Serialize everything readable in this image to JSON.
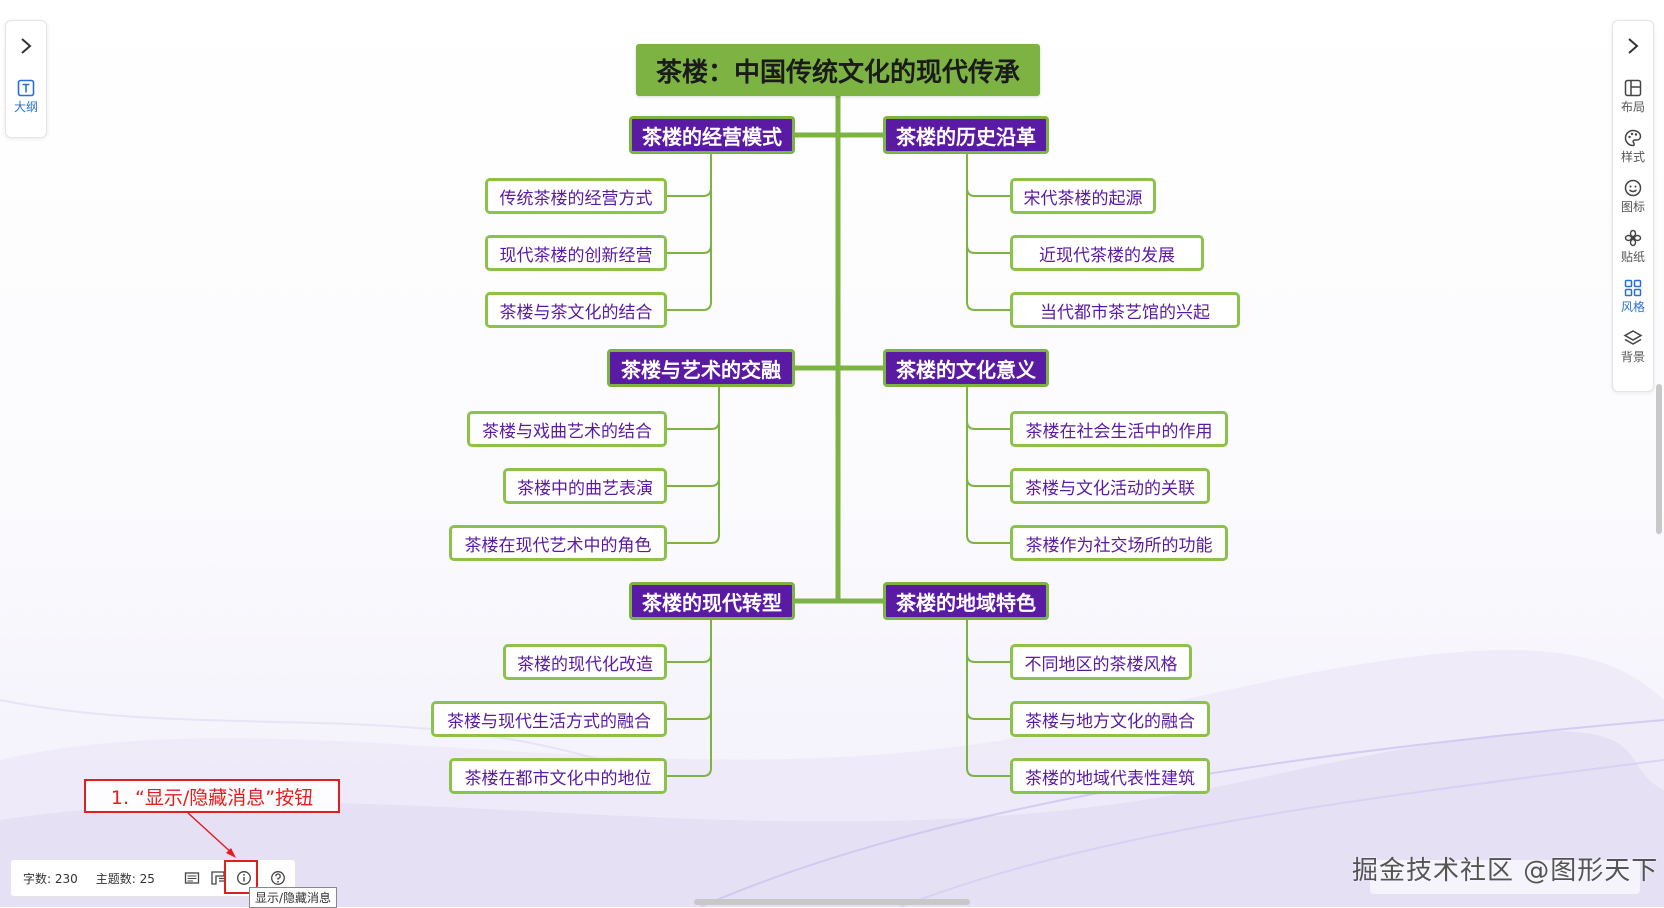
{
  "left_panel": {
    "expand_icon": "chevron-right-icon",
    "outline": {
      "label": "大纲",
      "icon": "outline-icon"
    }
  },
  "right_panel": {
    "expand_icon": "chevron-right-icon",
    "buttons": [
      {
        "label": "布局",
        "icon": "layout-icon",
        "active": false
      },
      {
        "label": "样式",
        "icon": "palette-icon",
        "active": false
      },
      {
        "label": "图标",
        "icon": "smile-icon",
        "active": false
      },
      {
        "label": "贴纸",
        "icon": "sticker-icon",
        "active": false
      },
      {
        "label": "风格",
        "icon": "theme-icon",
        "active": true
      },
      {
        "label": "背景",
        "icon": "layers-icon",
        "active": false
      }
    ]
  },
  "mindmap": {
    "root": "茶楼：中国传统文化的现代传承",
    "branches": [
      {
        "title": "茶楼的经营模式",
        "side": "left",
        "children": [
          "传统茶楼的经营方式",
          "现代茶楼的创新经营",
          "茶楼与茶文化的结合"
        ]
      },
      {
        "title": "茶楼的历史沿革",
        "side": "right",
        "children": [
          "宋代茶楼的起源",
          "近现代茶楼的发展",
          "当代都市茶艺馆的兴起"
        ]
      },
      {
        "title": "茶楼与艺术的交融",
        "side": "left",
        "children": [
          "茶楼与戏曲艺术的结合",
          "茶楼中的曲艺表演",
          "茶楼在现代艺术中的角色"
        ]
      },
      {
        "title": "茶楼的文化意义",
        "side": "right",
        "children": [
          "茶楼在社会生活中的作用",
          "茶楼与文化活动的关联",
          "茶楼作为社交场所的功能"
        ]
      },
      {
        "title": "茶楼的现代转型",
        "side": "left",
        "children": [
          "茶楼的现代化改造",
          "茶楼与现代生活方式的融合",
          "茶楼在都市文化中的地位"
        ]
      },
      {
        "title": "茶楼的地域特色",
        "side": "right",
        "children": [
          "不同地区的茶楼风格",
          "茶楼与地方文化的融合",
          "茶楼的地域代表性建筑"
        ]
      }
    ]
  },
  "status_bar": {
    "word_count": "字数: 230",
    "topic_count": "主题数: 25",
    "icons": [
      "minimap-icon",
      "navigator-icon",
      "info-icon",
      "help-icon"
    ]
  },
  "tooltip": "显示/隐藏消息",
  "annotation": "1. “显示/隐藏消息”按钮",
  "watermark": "掘金技术社区 @图形天下",
  "colors": {
    "root_bg": "#7cb342",
    "branch_bg": "#5a1aa3",
    "line": "#7cb342",
    "leaf_border": "#8bc34a",
    "leaf_text": "#5a1aa3",
    "annotation": "#e02020",
    "active": "#2a6fd6"
  }
}
